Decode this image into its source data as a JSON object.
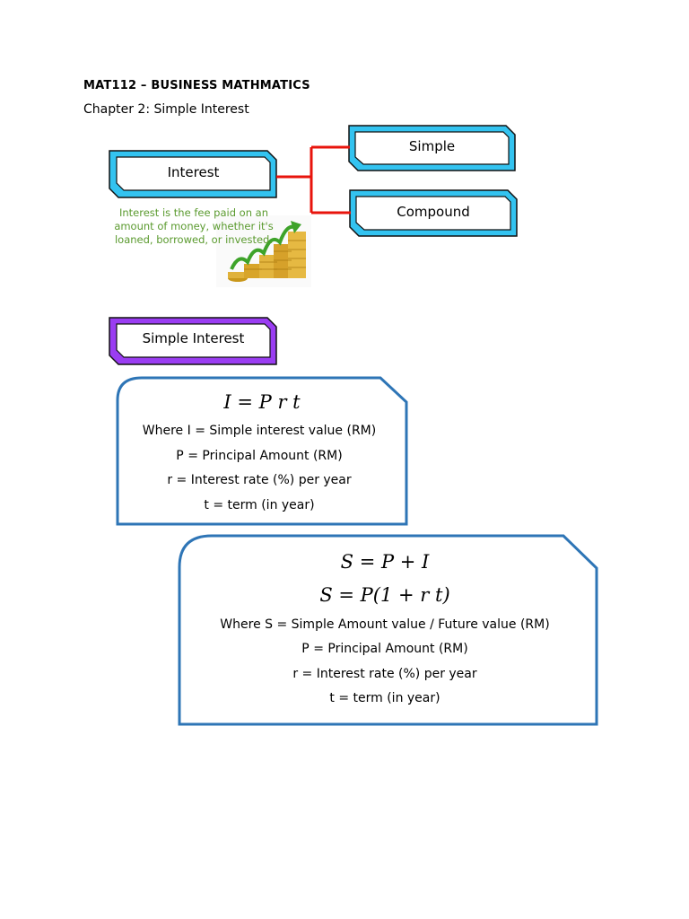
{
  "header": {
    "course": "MAT112 – BUSINESS MATHMATICS",
    "chapter": "Chapter 2: Simple Interest"
  },
  "diagram": {
    "root_label": "Interest",
    "branches": [
      "Simple",
      "Compound"
    ],
    "definition": "Interest is the fee paid on an amount of money, whether it's loaned, borrowed, or invested.",
    "colors": {
      "blue_box": "#33c3f0",
      "connector": "#e8140c",
      "definition_text": "#5a9a2e"
    }
  },
  "section": {
    "label": "Simple Interest",
    "color": "#9a3df2"
  },
  "simple_interest_box": {
    "formula": "I = P r t",
    "lines": [
      "Where I = Simple interest value (RM)",
      "P = Principal Amount (RM)",
      "r = Interest rate (%) per year",
      "t = term (in year)"
    ]
  },
  "simple_amount_box": {
    "formula_1": "S = P + I",
    "formula_2": "S = P(1 + r t)",
    "lines": [
      "Where S = Simple Amount value / Future value (RM)",
      "P = Principal Amount (RM)",
      "r = Interest rate (%) per year",
      "t = term (in year)"
    ]
  },
  "box_border_color": "#2e75b6"
}
